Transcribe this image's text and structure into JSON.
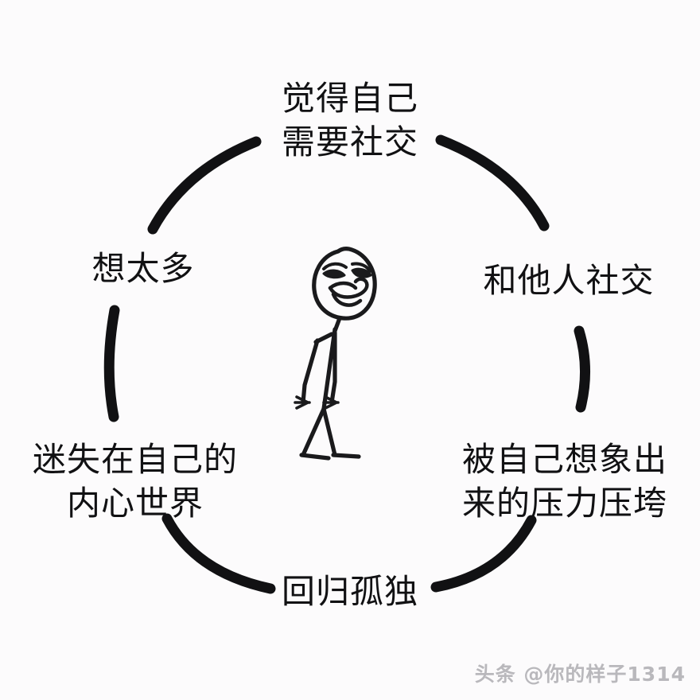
{
  "image": {
    "kind": "cycle-diagram-meme",
    "background_color": "#fcfbfc",
    "stroke_color": "#111113",
    "text_color": "#111113"
  },
  "cycle": {
    "title_sequence": "introvert social loop",
    "labels": [
      {
        "id": "top",
        "position": "top",
        "text": "觉得自己\n需要社交"
      },
      {
        "id": "right",
        "position": "right",
        "text": "和他人社交"
      },
      {
        "id": "bottom-right",
        "position": "bottom-right",
        "text": "被自己想象出\n来的压力压垮"
      },
      {
        "id": "bottom",
        "position": "bottom",
        "text": "回归孤独"
      },
      {
        "id": "bottom-left",
        "position": "bottom-left",
        "text": "迷失在自己的\n内心世界"
      },
      {
        "id": "left",
        "position": "left",
        "text": "想太多"
      }
    ],
    "arc_count": 6,
    "arc_color": "#111113"
  },
  "figure": {
    "name": "walking-stick-figure",
    "face": "troll-face-smirk",
    "pose": "walking-right"
  },
  "watermark": {
    "text": "头条 @你的样子1314",
    "color": "#b9b8bc"
  }
}
